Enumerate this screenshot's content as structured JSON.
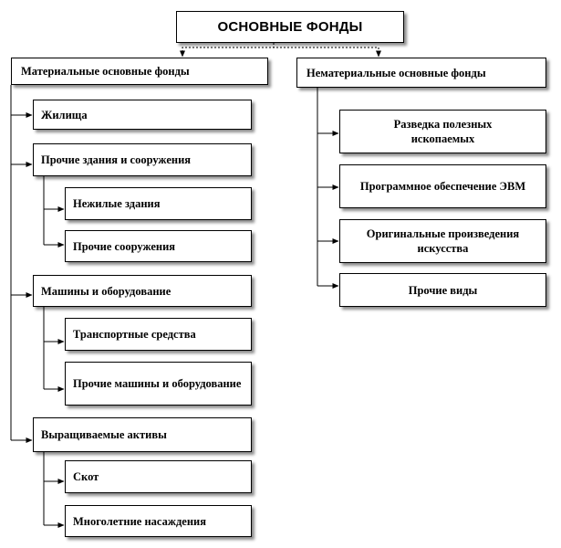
{
  "root": "ОСНОВНЫЕ ФОНДЫ",
  "material": {
    "title": "Материальные основные фонды",
    "items": [
      {
        "label": "Жилища"
      },
      {
        "label": "Прочие здания и сооружения",
        "children": [
          "Нежилые здания",
          "Прочие сооружения"
        ]
      },
      {
        "label": "Машины и оборудование",
        "children": [
          "Транспортные средства",
          "Прочие машины и оборудование"
        ]
      },
      {
        "label": "Выращиваемые активы",
        "children": [
          "Скот",
          "Многолетние насаждения"
        ]
      }
    ]
  },
  "intangible": {
    "title": "Нематериальные основные фонды",
    "items": [
      "Разведка полезных ископаемых",
      "Программное обеспечение ЭВМ",
      "Оригинальные произведения искусства",
      "Прочие виды"
    ]
  }
}
